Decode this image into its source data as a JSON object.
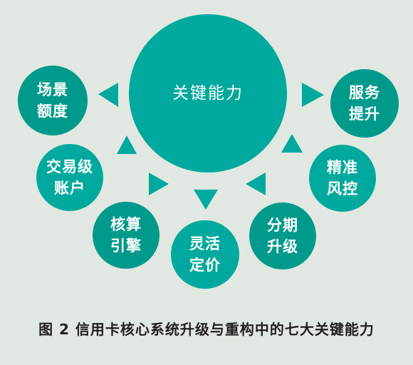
{
  "diagram": {
    "center": {
      "label": "关键能力"
    },
    "nodes": [
      {
        "id": "scene-quota",
        "label": "场景\n额度"
      },
      {
        "id": "service-upgrade",
        "label": "服务\n提升"
      },
      {
        "id": "transaction-account",
        "label": "交易级\n账户"
      },
      {
        "id": "precise-risk-control",
        "label": "精准\n风控"
      },
      {
        "id": "accounting-engine",
        "label": "核算\n引擎"
      },
      {
        "id": "installment-upgrade",
        "label": "分期\n升级"
      },
      {
        "id": "flexible-pricing",
        "label": "灵活\n定价"
      }
    ],
    "colors": {
      "center": "#00a99d",
      "node": "#009a8c",
      "arrow": "#00a99d",
      "background": "#e1e8e1"
    }
  },
  "caption": "图 2  信用卡核心系统升级与重构中的七大关键能力"
}
